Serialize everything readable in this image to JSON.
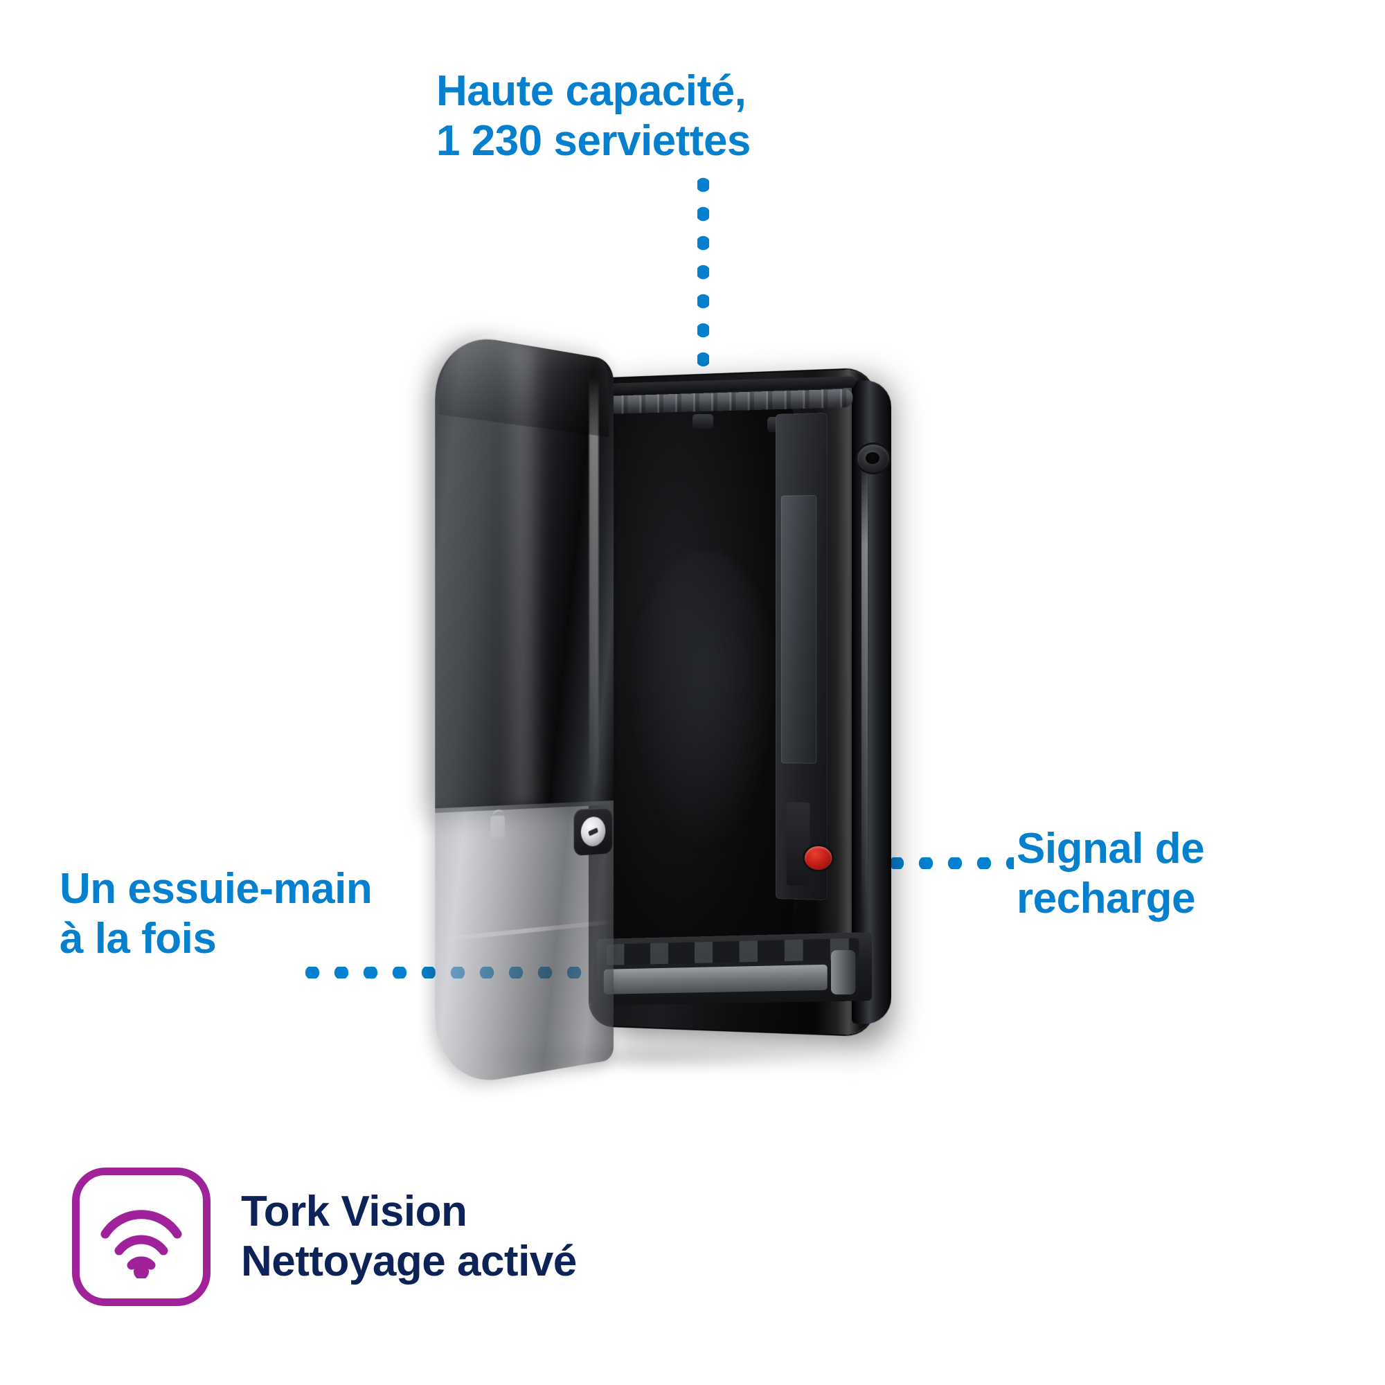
{
  "page": {
    "background_color": "#ffffff",
    "accent_blue": "#0580ce",
    "brand_navy": "#0d2357",
    "brand_purple": "#a0229b",
    "led_red": "#c41f18"
  },
  "callouts": [
    {
      "id": "capacity",
      "text": "Haute capacité,\n1 230 serviettes",
      "leader": "vertical-dotted",
      "target": "paper-stack-area"
    },
    {
      "id": "one-sheet",
      "text": "Un essuie-main\nà la fois",
      "leader": "horizontal-dotted",
      "target": "dispensing-slot"
    },
    {
      "id": "refill",
      "text": "Signal de\nrecharge",
      "leader": "horizontal-dotted",
      "target": "refill-led"
    }
  ],
  "product": {
    "name": "hand-towel-dispenser",
    "finish": "black",
    "lock": "key-lock",
    "brand_mark": "tork-logo"
  },
  "badge": {
    "icon": "wifi-icon",
    "text": "Tork Vision\nNettoyage activé"
  }
}
